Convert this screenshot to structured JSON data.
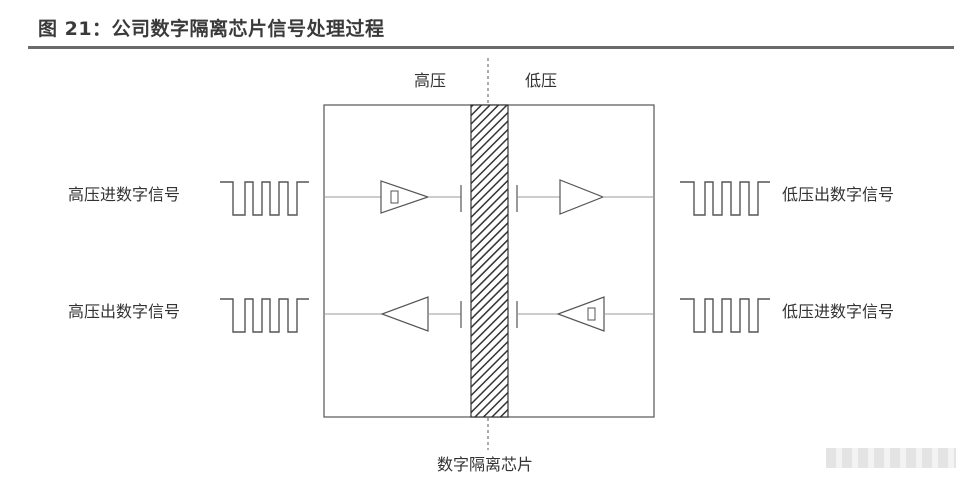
{
  "figure": {
    "title": "图 21：公司数字隔离芯片信号处理过程"
  },
  "diagram": {
    "high_voltage_label": "高压",
    "low_voltage_label": "低压",
    "chip_label": "数字隔离芯片",
    "signals": {
      "hv_in": "高压进数字信号",
      "hv_out": "高压出数字信号",
      "lv_out": "低压出数字信号",
      "lv_in": "低压进数字信号"
    }
  },
  "colors": {
    "line": "#555555",
    "barrier_hatch": "#333333",
    "title_rule": "#6b6b6b"
  }
}
